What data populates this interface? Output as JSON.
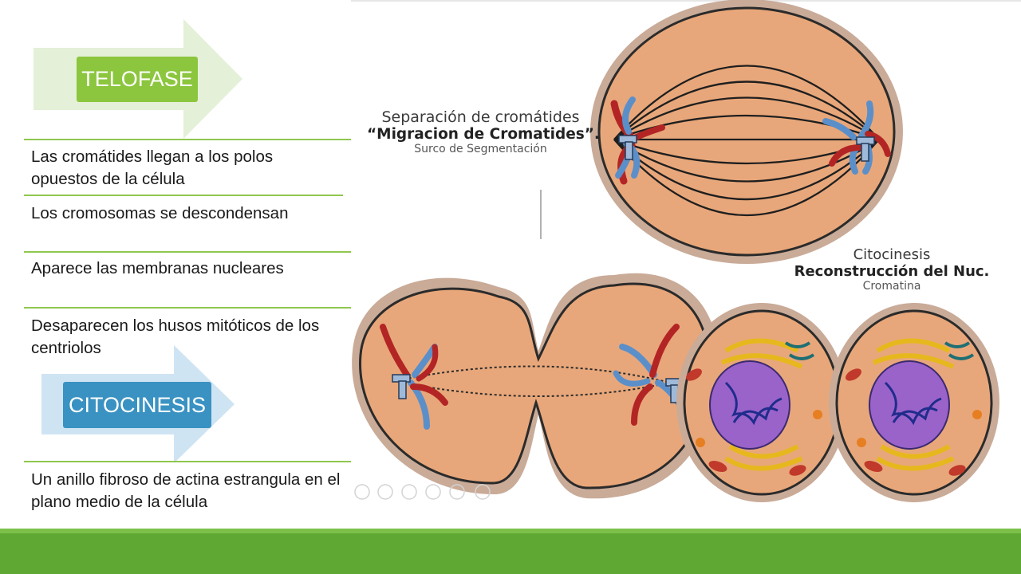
{
  "sections": {
    "telofase": {
      "title": "TELOFASE",
      "bullets": [
        "Las cromátides llegan a los polos opuestos de la célula",
        "Los cromosomas se descondensan",
        "Aparece las membranas nucleares",
        "Desaparecen los husos mitóticos de los centriolos"
      ]
    },
    "citocinesis": {
      "title": "CITOCINESIS",
      "bullets": [
        "Un anillo fibroso de actina estrangula en el plano medio de la célula"
      ]
    }
  },
  "figure": {
    "label_top": {
      "line1": "Separación de cromátides",
      "line2": "“Migracion de Cromatides”.",
      "line3": "Surco de Segmentación"
    },
    "label_right": {
      "line1": "Citocinesis",
      "line2": "Reconstrucción del Nuc.",
      "line3": "Cromatina"
    }
  },
  "colors": {
    "telofase_tag": "#8cc63e",
    "telofase_arrow": "#e4f0d7",
    "citocinesis_tag": "#3a92c2",
    "citocinesis_arrow": "#cfe4f3",
    "accent_green": "#5fa834",
    "cell_fill": "#e8a77a",
    "cell_membrane": "#bfa291",
    "chromosome_red": "#c0392b",
    "chromosome_blue": "#5b8fc9"
  }
}
